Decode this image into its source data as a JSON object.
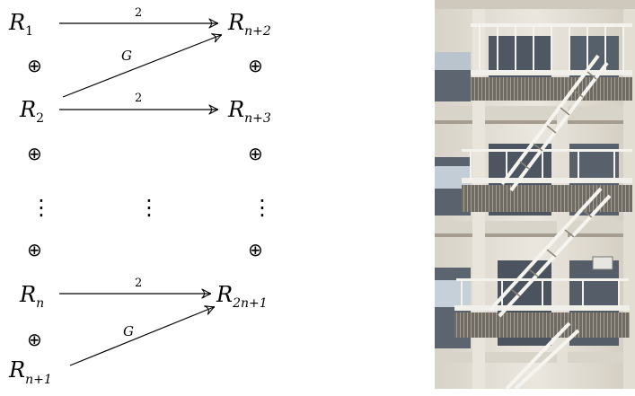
{
  "diagram": {
    "left_column": [
      {
        "base": "R",
        "sub": "1"
      },
      {
        "base": "R",
        "sub": "2"
      },
      {
        "base": "R",
        "sub": "n"
      },
      {
        "base": "R",
        "sub": "n+1"
      }
    ],
    "right_column": [
      {
        "base": "R",
        "sub": "n+2"
      },
      {
        "base": "R",
        "sub": "n+3"
      },
      {
        "base": "R",
        "sub": "2n+1"
      }
    ],
    "direct_sum_symbol": "⊕",
    "vertical_dots": "⋮",
    "arrows": [
      {
        "from": "R_1",
        "to": "R_{n+2}",
        "label": "2"
      },
      {
        "from": "R_2",
        "to": "R_{n+2}",
        "label": "G"
      },
      {
        "from": "R_2",
        "to": "R_{n+3}",
        "label": "2"
      },
      {
        "from": "R_n",
        "to": "R_{2n+1}",
        "label": "2"
      },
      {
        "from": "R_{n+1}",
        "to": "R_{2n+1}",
        "label": "G"
      }
    ]
  },
  "photo": {
    "subject": "fire-escape-building-facade",
    "colors": {
      "facade": "#e6e2da",
      "shadow": "#8a8478",
      "window": "#5c6470",
      "sky_reflection": "#c9d3dc",
      "railing": "#f4f2ec"
    }
  }
}
